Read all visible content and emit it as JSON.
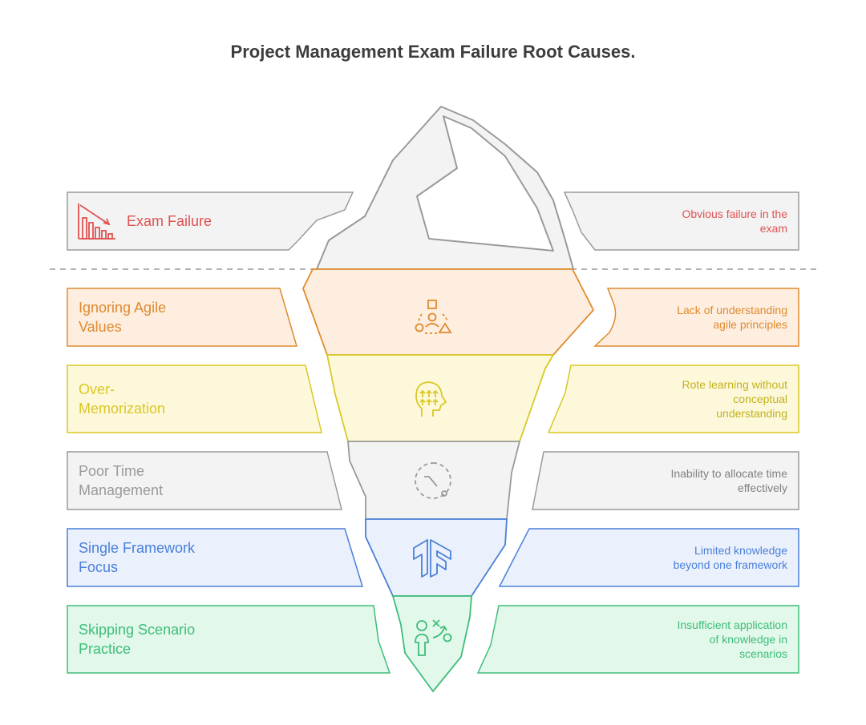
{
  "title": "Project Management Exam Failure Root Causes.",
  "colors": {
    "red": "#e05252",
    "orange": "#e08a2e",
    "yellow": "#d9c827",
    "gray": "#9a9a9a",
    "blue": "#4a7fd9",
    "green": "#3fbd7a"
  },
  "layers": [
    {
      "label": "Exam Failure",
      "description": "Obvious failure in the\nexam",
      "icon": "declining-chart-icon"
    },
    {
      "label": "Ignoring Agile\nValues",
      "description": "Lack of understanding\nagile principles",
      "icon": "team-shapes-icon"
    },
    {
      "label": "Over-\nMemorization",
      "description": "Rote learning without\nconceptual\nunderstanding",
      "icon": "brain-head-icon"
    },
    {
      "label": "Poor Time\nManagement",
      "description": "Inability to allocate time\neffectively",
      "icon": "dashed-clock-icon"
    },
    {
      "label": "Single Framework\nFocus",
      "description": "Limited knowledge\nbeyond one framework",
      "icon": "tf-framework-icon"
    },
    {
      "label": "Skipping Scenario\nPractice",
      "description": "Insufficient application\nof knowledge in\nscenarios",
      "icon": "strategy-person-icon"
    }
  ]
}
